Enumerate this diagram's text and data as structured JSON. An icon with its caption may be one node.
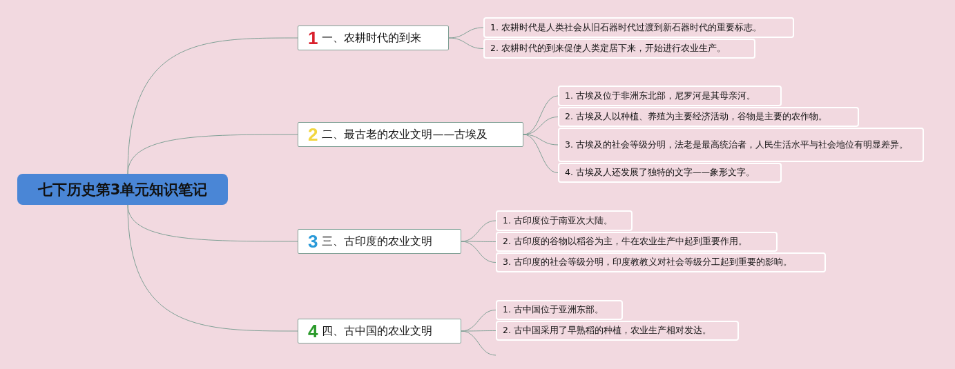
{
  "diagram": {
    "nodes": [
      {
        "text": [
          "七下历史第3单元知识笔记"
        ]
      },
      {
        "text": [
          "1",
          "一、农耕时代的到来"
        ]
      },
      {
        "text": [
          "1. 农耕时代是人类社会从旧石器时代过渡到新石器时代的重要标志。"
        ]
      },
      {
        "text": [
          "2. 农耕时代的到来促使人类定居下来，开始进行农业生产。"
        ]
      },
      {
        "text": [
          "2",
          "二、最古老的农业文明——古埃及"
        ]
      },
      {
        "text": [
          "1. 古埃及位于非洲东北部，尼罗河是其母亲河。"
        ]
      },
      {
        "text": [
          "2. 古埃及人以种植、养殖为主要经济活动，谷物是主要的农作物。"
        ]
      },
      {
        "text": [
          "3. 古埃及的社会等级分明，法老是最高统治者，人民生活水平与社会地位有明显差异。"
        ]
      },
      {
        "text": [
          "4. 古埃及人还发展了独特的文字——象形文字。"
        ]
      },
      {
        "text": [
          "3",
          "三、古印度的农业文明"
        ]
      },
      {
        "text": [
          "1. 古印度位于南亚次大陆。"
        ]
      },
      {
        "text": [
          "2. 古印度的谷物以稻谷为主，牛在农业生产中起到重要作用。"
        ]
      },
      {
        "text": [
          "3. 古印度的社会等级分明，印度教教义对社会等级分工起到重要的影响。"
        ]
      },
      {
        "text": [
          "4",
          "四、古中国的农业文明"
        ]
      },
      {
        "text": [
          "1. 古中国位于亚洲东部。"
        ]
      },
      {
        "text": [
          "2. 古中国采用了早熟稻的种植，农业生产相对发达。"
        ]
      }
    ],
    "edges": [
      {
        "from": 0,
        "to": 1,
        "arrow": "none"
      },
      {
        "from": 0,
        "to": 4,
        "arrow": "none"
      },
      {
        "from": 0,
        "to": 9,
        "arrow": "none"
      },
      {
        "from": 0,
        "to": 13,
        "arrow": "none"
      },
      {
        "from": 1,
        "to": 2,
        "arrow": "none"
      },
      {
        "from": 1,
        "to": 3,
        "arrow": "none"
      },
      {
        "from": 4,
        "to": 5,
        "arrow": "none"
      },
      {
        "from": 4,
        "to": 6,
        "arrow": "none"
      },
      {
        "from": 4,
        "to": 7,
        "arrow": "none"
      },
      {
        "from": 4,
        "to": 8,
        "arrow": "none"
      },
      {
        "from": 9,
        "to": 10,
        "arrow": "none"
      },
      {
        "from": 9,
        "to": 11,
        "arrow": "none"
      },
      {
        "from": 9,
        "to": 12,
        "arrow": "none"
      },
      {
        "from": 13,
        "to": 14,
        "arrow": "none"
      },
      {
        "from": 13,
        "to": 15,
        "arrow": "none"
      },
      {
        "from": 13,
        "to": null,
        "arrow": "none"
      }
    ]
  }
}
